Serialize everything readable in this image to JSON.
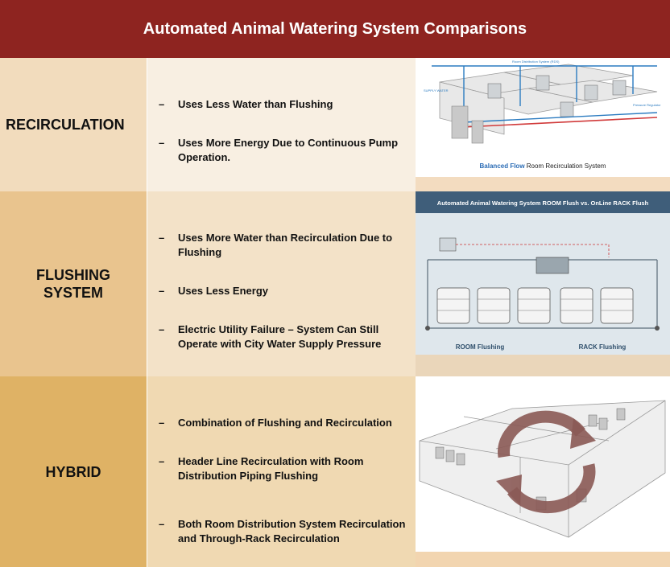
{
  "title": "Automated Animal Watering System Comparisons",
  "rows": [
    {
      "label": "RECIRCULATION",
      "bullets": [
        "Uses Less Water than Flushing",
        "Uses More Energy Due to Continuous Pump Operation."
      ],
      "image": {
        "caption_bold": "Balanced Flow",
        "caption_rest": " Room Recirculation System"
      }
    },
    {
      "label_lines": [
        "FLUSHING",
        "SYSTEM"
      ],
      "bullets": [
        "Uses More Water than Recirculation Due to Flushing",
        "Uses Less Energy",
        "Electric Utility Failure – System Can Still Operate with City Water Supply Pressure"
      ],
      "image": {
        "title": "Automated Animal Watering System ROOM Flush vs. OnLine RACK Flush",
        "left_label": "ROOM Flushing",
        "right_label": "RACK Flushing"
      }
    },
    {
      "label": "HYBRID",
      "bullets": [
        "Combination of Flushing and Recirculation",
        "Header Line Recirculation with Room Distribution Piping Flushing",
        "Both Room Distribution System Recirculation and Through-Rack Recirculation"
      ]
    }
  ],
  "dash": "–",
  "colors": {
    "header_bg": "#8e2420",
    "row1_label_bg": "#f2dcbd",
    "row2_label_bg": "#e9c48e",
    "row3_label_bg": "#dfb265"
  }
}
